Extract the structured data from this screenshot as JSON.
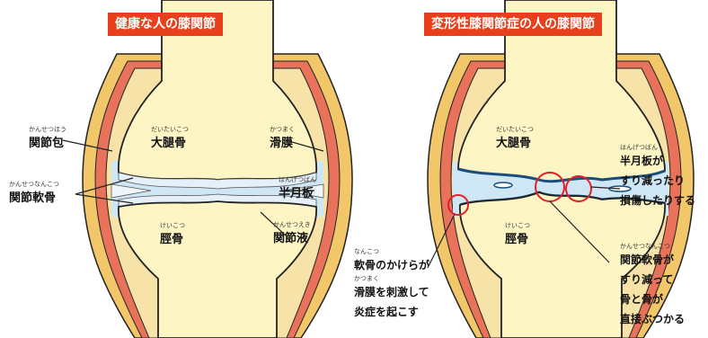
{
  "left_panel": {
    "title": "健康な人の膝関節",
    "labels": {
      "femur": {
        "text": "大腿骨",
        "ruby": "だいたいこつ"
      },
      "tibia": {
        "text": "脛骨",
        "ruby": "けいこつ"
      },
      "capsule": {
        "text": "関節包",
        "ruby": "かんせつほう"
      },
      "cartilage": {
        "text": "関節軟骨",
        "ruby": "かんせつなんこつ"
      },
      "synovium": {
        "text": "滑膜",
        "ruby": "かつまく"
      },
      "meniscus": {
        "text": "半月板",
        "ruby": "はんげつばん"
      },
      "fluid": {
        "text": "関節液",
        "ruby": "かんせつえき"
      }
    }
  },
  "right_panel": {
    "title": "変形性膝関節症の人の膝関節",
    "labels": {
      "femur": {
        "text": "大腿骨",
        "ruby": "だいたいこつ"
      },
      "tibia": {
        "text": "脛骨",
        "ruby": "けいこつ"
      }
    },
    "notes": {
      "meniscus": {
        "ruby": "はんげつばん",
        "lines": [
          "半月板が",
          "すり減ったり",
          "損傷したりする"
        ]
      },
      "fragments": {
        "ruby": "なんこつ",
        "lines": [
          "軟骨のかけらが",
          "滑膜を刺激して",
          "炎症を起こす"
        ],
        "ruby2": "かつまく"
      },
      "cartilage": {
        "ruby": "かんせつなんこつ",
        "lines": [
          "関節軟骨が",
          "すり減って",
          "骨と骨が",
          "直接ぶつかる"
        ]
      }
    }
  },
  "colors": {
    "title_bg": "#e8401c",
    "capsule": "#f2c76a",
    "synovium": "#e8735a",
    "bone": "#fdf6c4",
    "fluid": "#cfe6f4",
    "circle": "#e0202a"
  }
}
